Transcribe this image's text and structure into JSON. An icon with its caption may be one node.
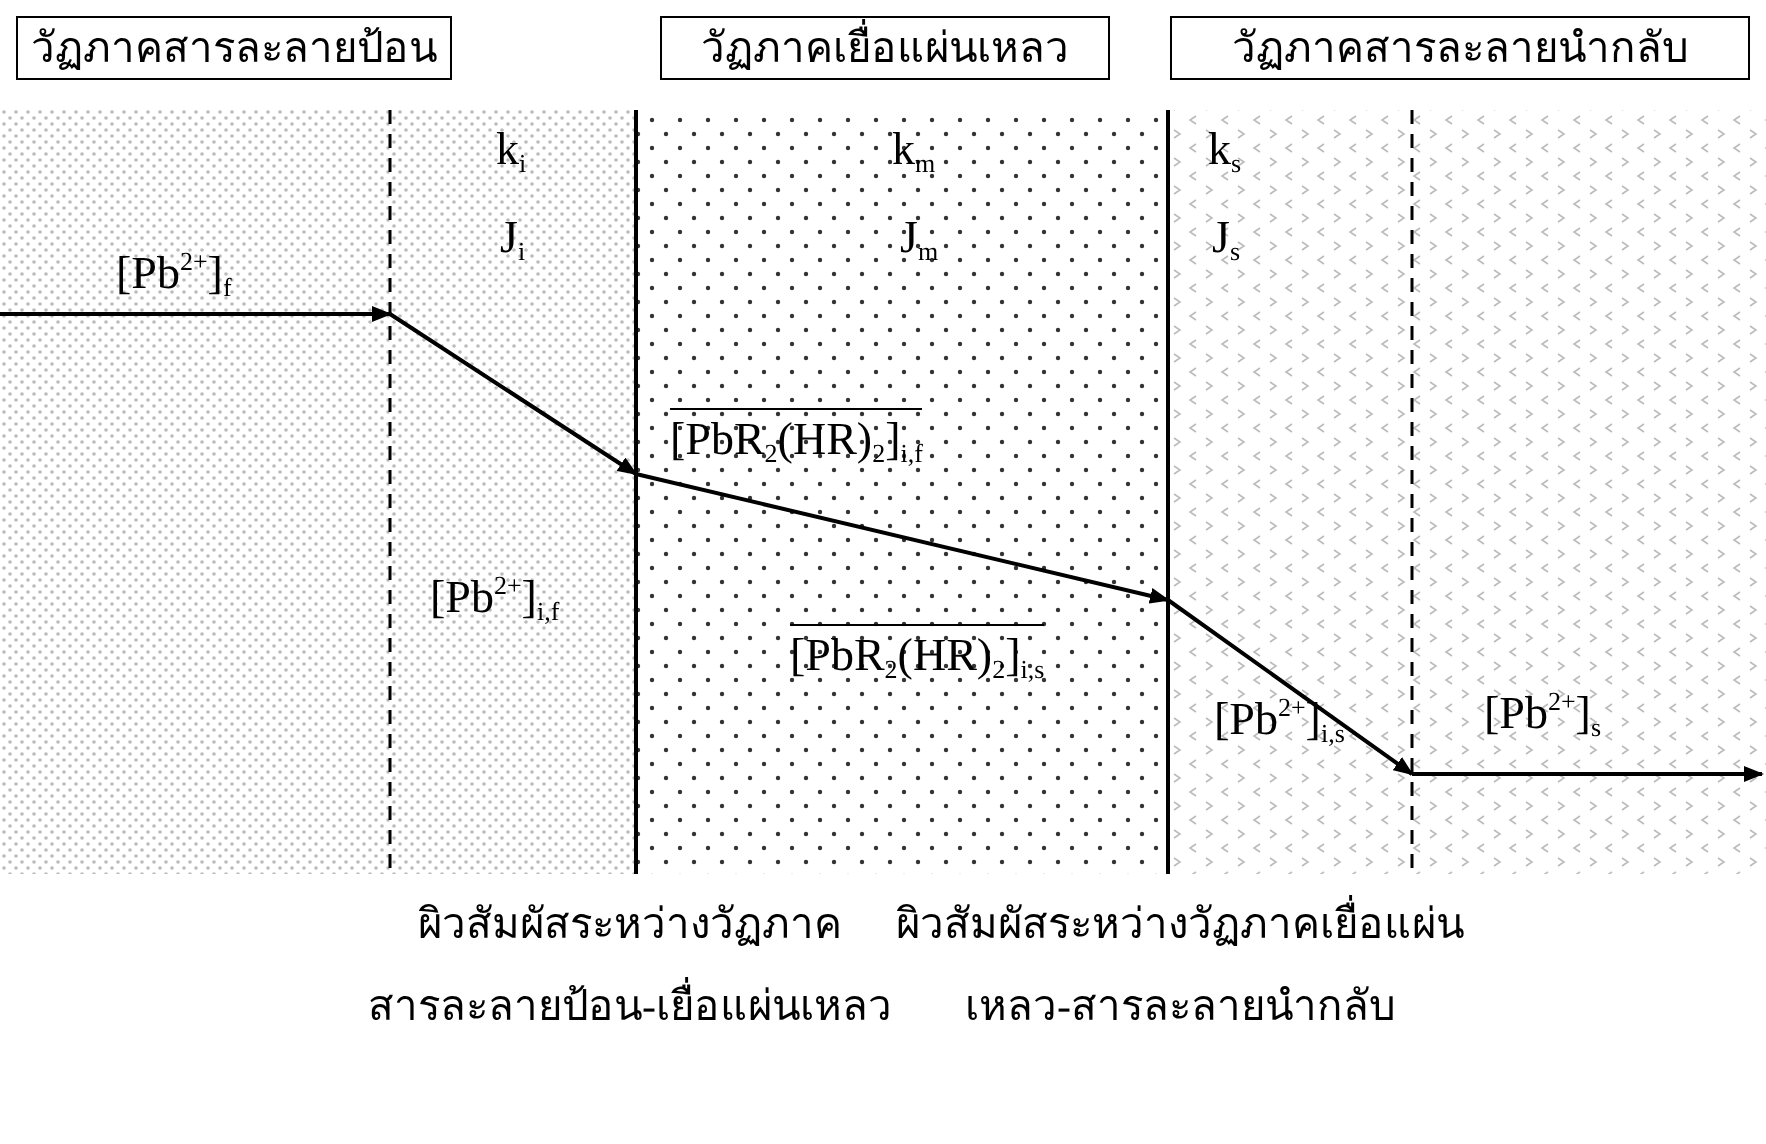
{
  "diagram": {
    "nodes": [
      {
        "text": [
          "วัฏภาคสารละลายป้อน"
        ]
      },
      {
        "text": [
          "วัฏภาคเยื่อแผ่นเหลว"
        ]
      },
      {
        "text": [
          "วัฏภาคสารละลายนำกลับ"
        ]
      }
    ],
    "labels": [
      "k$_{i}$",
      "k$_{m}$",
      "k$_{s}$",
      "[Pb$^{2+}$]$_{f}$",
      "J$_{i}$",
      "J$_{m}$",
      "J$_{s}$",
      "[PbR$_{2}$(HR)$_{2}$]$_{i,f}$",
      "[Pb$^{2+}$]$_{i,f}$",
      "[PbR$_{2}$(HR)$_{2}$]$_{i,s}$",
      "[Pb$^{2+}$]$_{i,s}$",
      "[Pb$^{2+}$]$_{s}$",
      "ผิวสัมผัสระหว่างวัฏภาคสารละลายป้อน-เยื่อแผ่นเหลว",
      "ผิวสัมผัสระหว่างวัฏภาคเยื่อแผ่นเหลว-สารละลายนำกลับ"
    ]
  }
}
